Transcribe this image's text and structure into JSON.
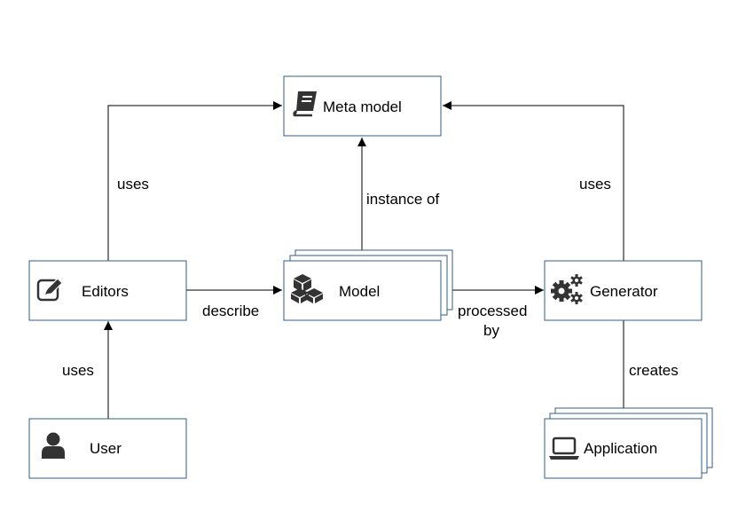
{
  "nodes": {
    "meta_model": "Meta model",
    "editors": "Editors",
    "model": "Model",
    "generator": "Generator",
    "user": "User",
    "application": "Application"
  },
  "edges": {
    "editors_uses_meta": "uses",
    "generator_uses_meta": "uses",
    "model_instance_of": "instance of",
    "editors_describe_model": "describe",
    "model_processed_line1": "processed",
    "model_processed_line2": "by",
    "generator_creates": "creates",
    "user_uses_editors": "uses"
  },
  "icons": {
    "meta_model": "book-icon",
    "editors": "edit-icon",
    "model": "cubes-icon",
    "generator": "gears-icon",
    "user": "user-icon",
    "application": "laptop-icon"
  },
  "colors": {
    "box_border": "#2f5c87",
    "icon": "#333333"
  }
}
